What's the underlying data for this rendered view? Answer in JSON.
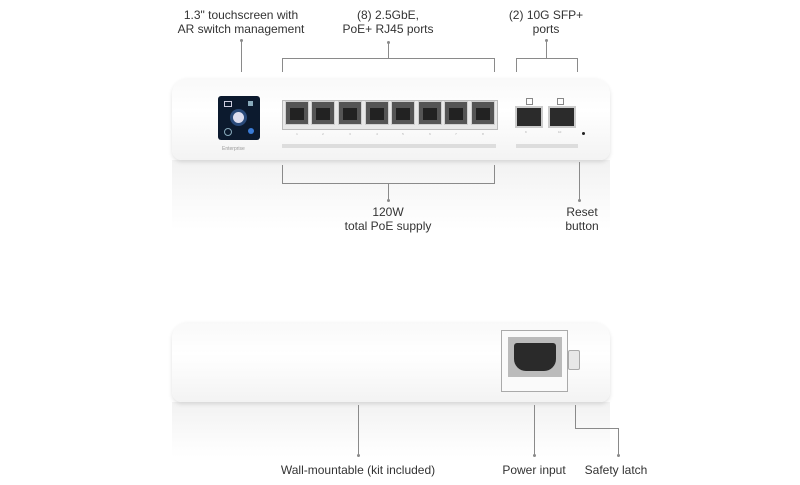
{
  "front": {
    "touchscreen_label": [
      "1.3\" touchscreen with",
      "AR switch management"
    ],
    "rj45_label": [
      "(8) 2.5GbE,",
      "PoE+ RJ45 ports"
    ],
    "sfp_label": [
      "(2) 10G SFP+",
      "ports"
    ],
    "poe_label": [
      "120W",
      "total PoE supply"
    ],
    "reset_label": [
      "Reset",
      "button"
    ],
    "brand": "Enterprise",
    "port_numbers": [
      "1",
      "2",
      "3",
      "4",
      "5",
      "6",
      "7",
      "8"
    ],
    "sfp_numbers": [
      "9",
      "10"
    ]
  },
  "back": {
    "wall_label": "Wall-mountable (kit included)",
    "power_label": "Power input",
    "latch_label": "Safety latch"
  },
  "colors": {
    "screen": "#0c1a2e",
    "accent": "#3a7bd5"
  }
}
